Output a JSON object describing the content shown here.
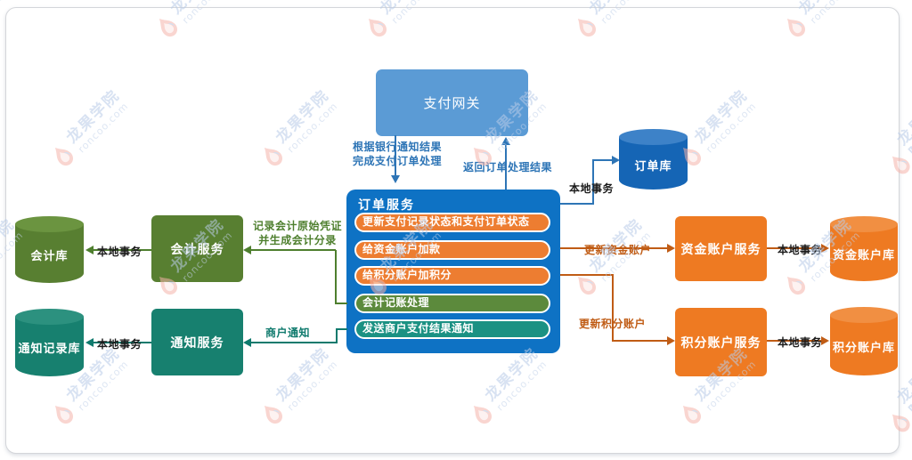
{
  "watermark": {
    "brand": "龙果学院",
    "domain": "roncoo.com"
  },
  "nodes": {
    "payment_gateway": {
      "label": "支付网关"
    },
    "order_service": {
      "title": "订单服务",
      "tasks": [
        {
          "label": "更新支付记录状态和支付订单状态",
          "color": "#ED7D31"
        },
        {
          "label": "给资金账户加款",
          "color": "#ED7D31"
        },
        {
          "label": "给积分账户加积分",
          "color": "#ED7D31"
        },
        {
          "label": "会计记账处理",
          "color": "#5C8A3C"
        },
        {
          "label": "发送商户支付结果通知",
          "color": "#1B9183"
        }
      ]
    },
    "order_db": {
      "label": "订单库"
    },
    "accounting_db": {
      "label": "会计库"
    },
    "accounting_service": {
      "label": "会计服务"
    },
    "notification_db": {
      "label": "通知记录库"
    },
    "notification_service": {
      "label": "通知服务"
    },
    "fund_account_service": {
      "label": "资金账户服务"
    },
    "fund_account_db": {
      "label": "资金账户库"
    },
    "points_account_service": {
      "label": "积分账户服务"
    },
    "points_account_db": {
      "label": "积分账户库"
    }
  },
  "edges": {
    "gateway_to_order": {
      "label_line1": "根据银行通知结果",
      "label_line2": "完成支付订单处理"
    },
    "order_to_gateway": {
      "label": "返回订单处理结果"
    },
    "order_to_order_db": {
      "label": "本地事务"
    },
    "order_to_accounting": {
      "label_line1": "记录会计原始凭证",
      "label_line2": "并生成会计分录"
    },
    "accounting_to_db": {
      "label": "本地事务"
    },
    "order_to_notification": {
      "label": "商户通知"
    },
    "notification_to_db": {
      "label": "本地事务"
    },
    "order_to_fund": {
      "label": "更新资金账户"
    },
    "fund_to_db": {
      "label": "本地事务"
    },
    "order_to_points": {
      "label": "更新积分账户"
    },
    "points_to_db": {
      "label": "本地事务"
    }
  },
  "colors": {
    "gateway_blue": "#5B9BD5",
    "order_service_blue": "#0E72C4",
    "db_blue": "#1565B5",
    "green": "#587F31",
    "teal": "#17806F",
    "orange": "#EE7A22",
    "task_orange": "#ED7D31",
    "task_green": "#5C8A3C",
    "task_teal": "#1B9183",
    "line_blue": "#2E75B6",
    "line_green": "#4E7F2E",
    "line_teal": "#0F7A6D",
    "line_orange": "#C05C15",
    "label_dark": "#1A1A1A",
    "watermark_blue": "#BDD0E8",
    "watermark_red": "#F5B3AA"
  }
}
